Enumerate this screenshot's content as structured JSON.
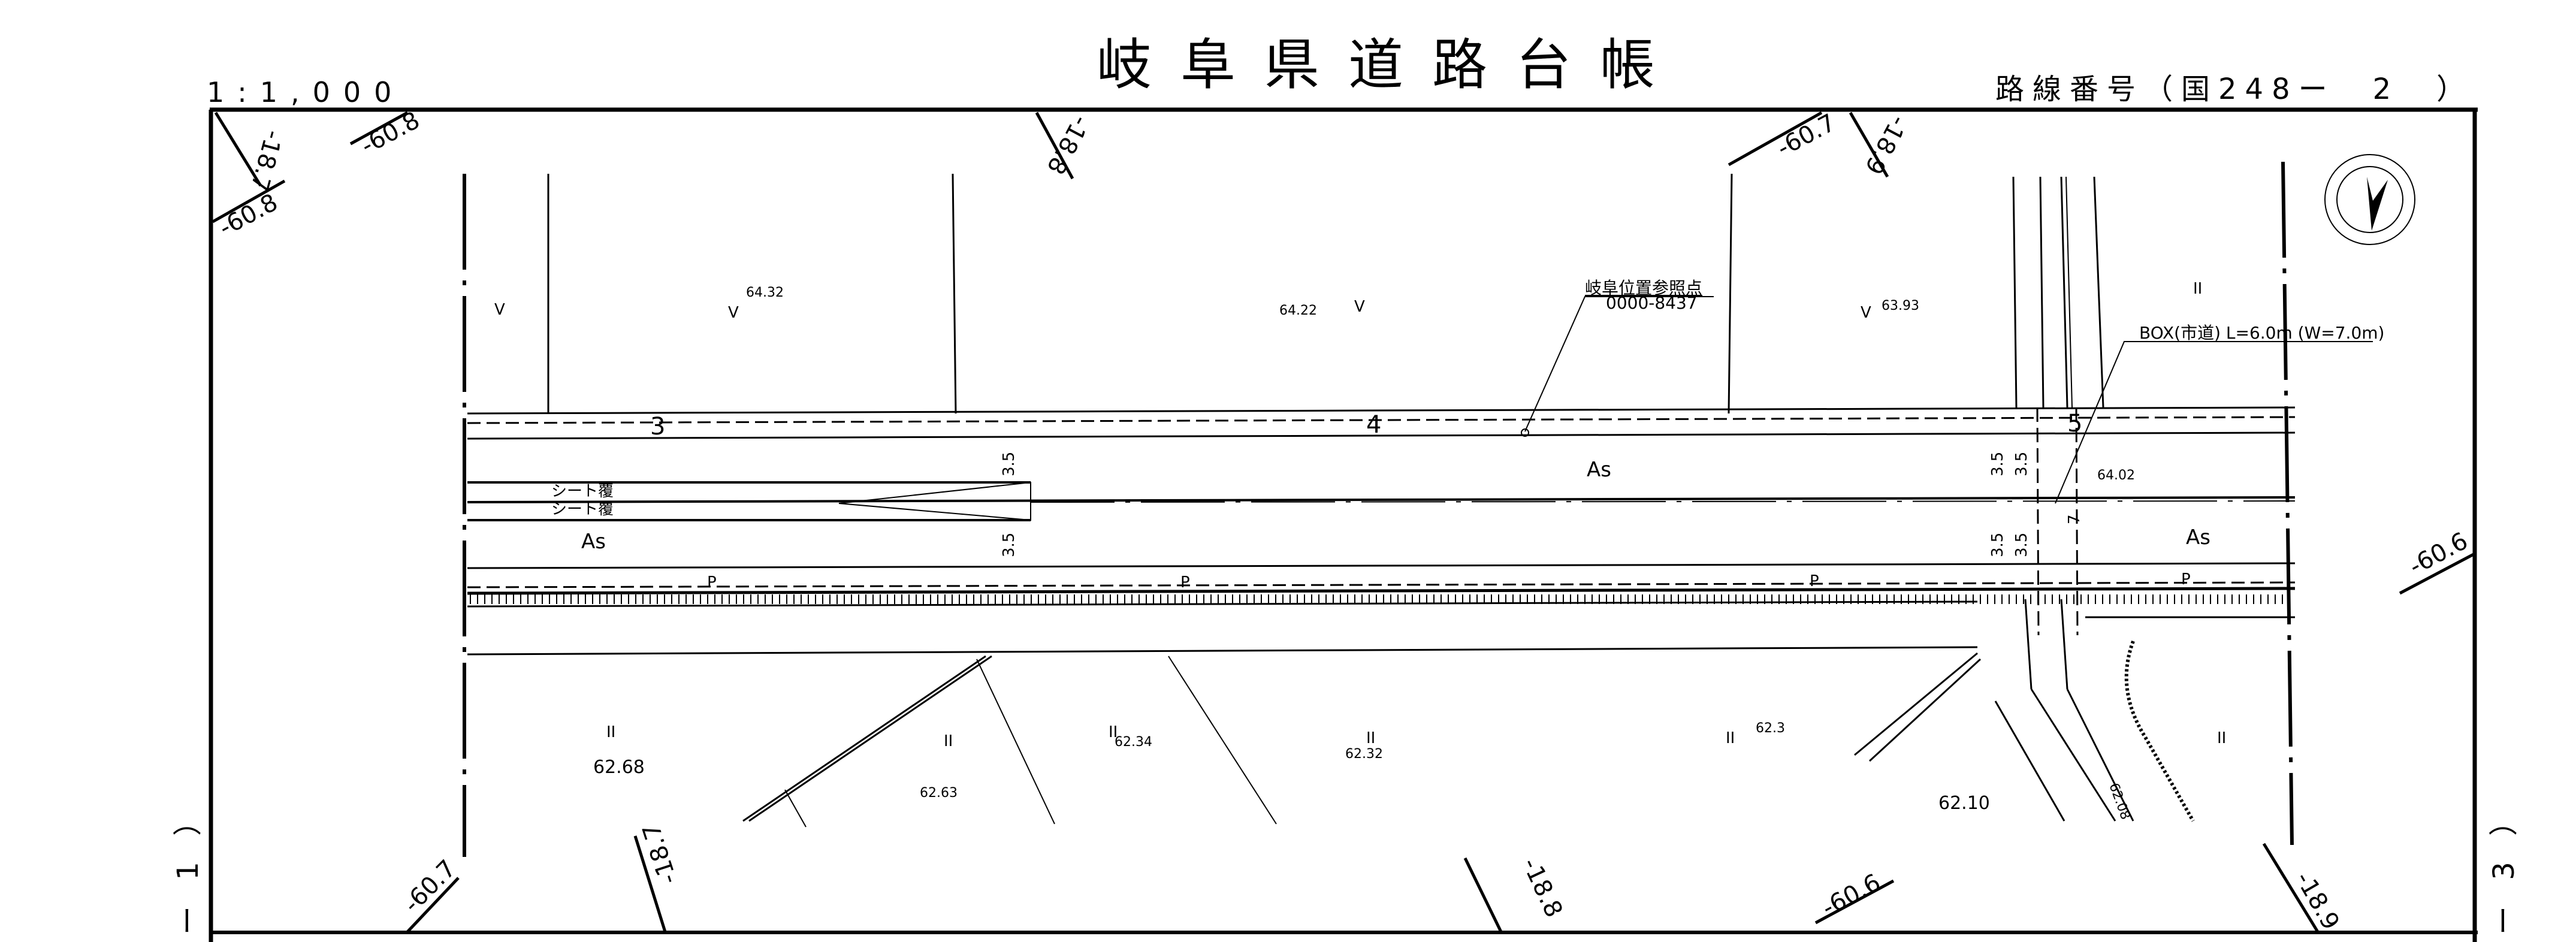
{
  "header": {
    "title": "岐阜県道路台帳",
    "scale": "1:1,000",
    "route_number": "路線番号（国248ー　2　）"
  },
  "sheet_side": {
    "left": "ー 1 ）",
    "right": "ー 3 ）"
  },
  "slope_labels": {
    "top_left_corner_a": "-18.7",
    "top_left_corner_b": "-60.8",
    "top_left_c": "-60.8",
    "top_1": "-18.8",
    "top_2": "-60.7",
    "top_3": "-18.9",
    "bottom_1": "-60.7",
    "bottom_2": "-18.7",
    "bottom_3": "-18.8",
    "bottom_4": "-60.6",
    "bottom_5": "-18.9",
    "right_1": "-60.6"
  },
  "elevations": {
    "e1": "64.32",
    "e2": "64.22",
    "e3": "63.93",
    "e4": "64.02",
    "e5": "62.68",
    "e6": "62.63",
    "e7": "62.34",
    "e8": "62.32",
    "e9": "62.3",
    "e10": "62.10",
    "e11": "62.08"
  },
  "stations": [
    "3",
    "4",
    "5"
  ],
  "surface_labels": {
    "as1": "As",
    "as2": "As",
    "as3": "As",
    "sheet1": "シート覆",
    "sheet2": "シート覆",
    "p": "P"
  },
  "land_marks": {
    "field": "II",
    "check": "V"
  },
  "dimensions": {
    "d35": "3.5",
    "d7": "7"
  },
  "annotations": {
    "ref_point_title": "岐阜位置参照点",
    "ref_point_code": "0000-8437",
    "box_culvert": "BOX(市道) L=6.0m (W=7.0m)"
  },
  "north_arrow": {
    "icon": "north-arrow-icon"
  }
}
